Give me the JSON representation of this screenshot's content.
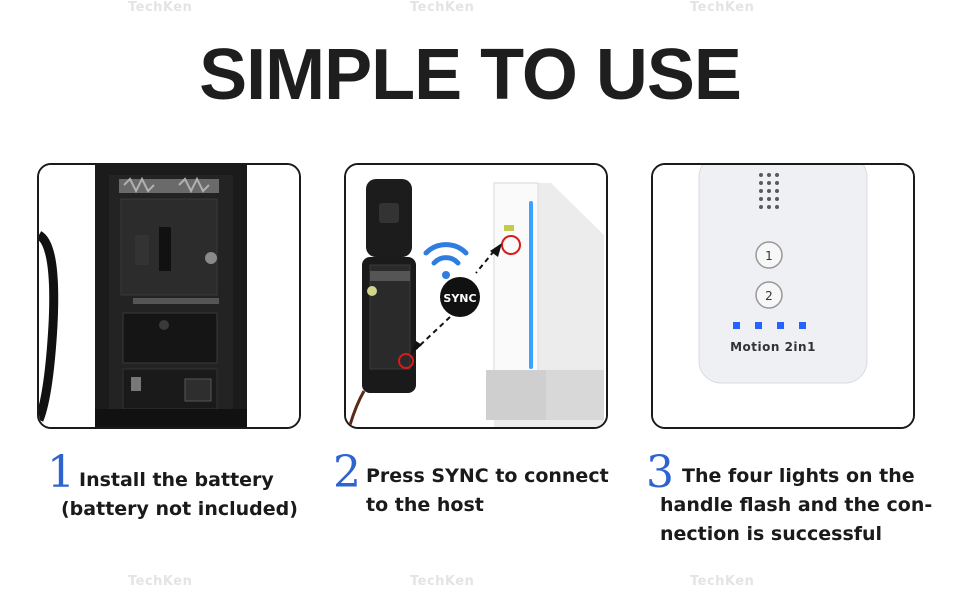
{
  "watermark": "TechKen",
  "title": "SIMPLE TO USE",
  "panels": {
    "sync_badge": "SYNC",
    "grip_label": "Motion 2in1",
    "button_1": "1",
    "button_2": "2"
  },
  "steps": [
    {
      "number": "1",
      "lines": [
        "Install the battery",
        "(battery not included)"
      ]
    },
    {
      "number": "2",
      "lines": [
        "Press SYNC to connect",
        "to the host"
      ]
    },
    {
      "number": "3",
      "lines": [
        "The four lights on the",
        "handle flash and the con-",
        "nection is successful"
      ]
    }
  ],
  "colors": {
    "accent": "#2f63d0",
    "sync_circle": "#d81b1b",
    "led": "#2463ff",
    "wifi": "#2f7de0"
  }
}
